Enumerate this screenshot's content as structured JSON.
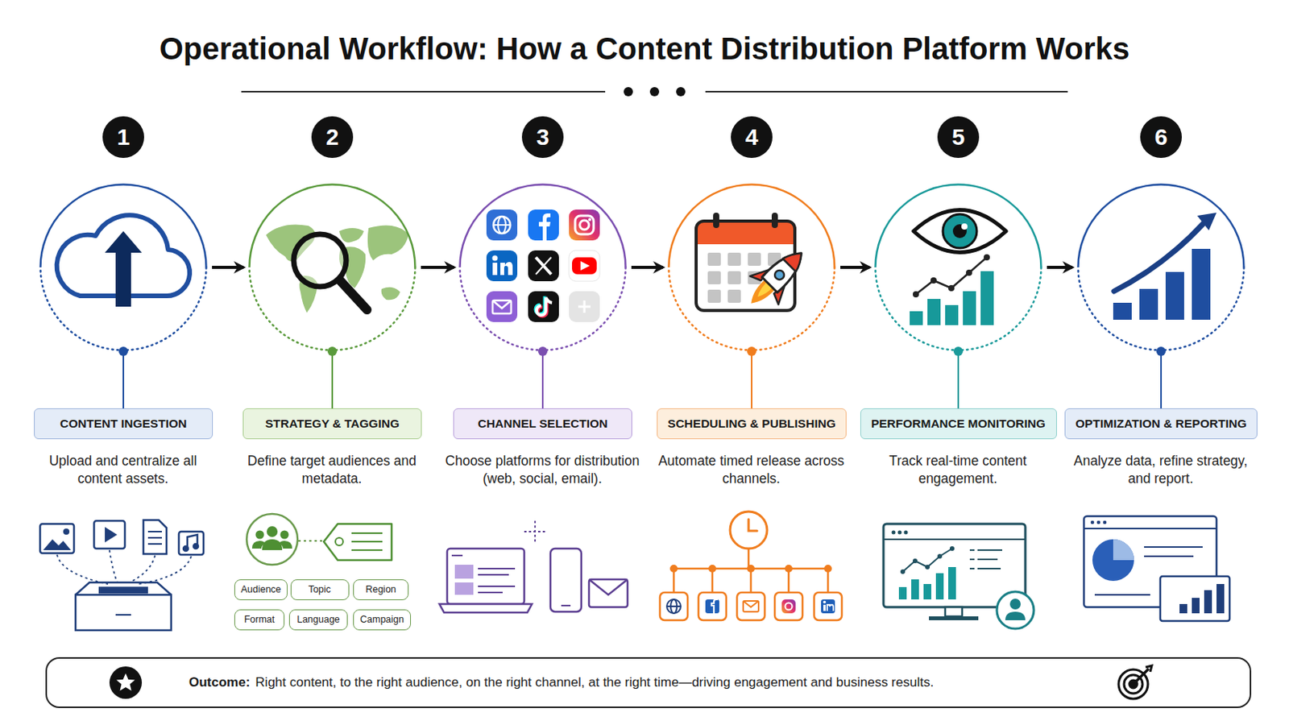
{
  "diagram": {
    "title": "Operational Workflow: How a Content Distribution Platform Works",
    "nodes": [
      {
        "text": [
          "1"
        ]
      },
      {
        "text": [
          "2"
        ]
      },
      {
        "text": [
          "3"
        ]
      },
      {
        "text": [
          "4"
        ]
      },
      {
        "text": [
          "5"
        ]
      },
      {
        "text": [
          "6"
        ]
      },
      {
        "text": [
          "CONTENT INGESTION",
          "Upload and centralize all content assets."
        ]
      },
      {
        "text": [
          "STRATEGY & TAGGING",
          "Define target audiences and metadata."
        ]
      },
      {
        "text": [
          "CHANNEL SELECTION",
          "Choose platforms for distribution (web, social, email)."
        ]
      },
      {
        "text": [
          "SCHEDULING & PUBLISHING",
          "Automate timed release across channels."
        ]
      },
      {
        "text": [
          "PERFORMANCE MONITORING",
          "Track real-time content engagement."
        ]
      },
      {
        "text": [
          "OPTIMIZATION & REPORTING",
          "Analyze data, refine strategy, and report."
        ]
      },
      {
        "text": [
          "Audience"
        ]
      },
      {
        "text": [
          "Topic"
        ]
      },
      {
        "text": [
          "Region"
        ]
      },
      {
        "text": [
          "Format"
        ]
      },
      {
        "text": [
          "Language"
        ]
      },
      {
        "text": [
          "Campaign"
        ]
      },
      {
        "text": [
          "Outcome:",
          "Right content, to the right audience, on the right channel, at the right time—driving engagement and business results."
        ]
      }
    ],
    "edges": [
      {
        "from": 0,
        "to": 1,
        "arrow": "to"
      },
      {
        "from": 1,
        "to": 2,
        "arrow": "to"
      },
      {
        "from": 2,
        "to": 3,
        "arrow": "to"
      },
      {
        "from": 3,
        "to": 4,
        "arrow": "to"
      },
      {
        "from": 4,
        "to": 5,
        "arrow": "to"
      },
      {
        "from": 0,
        "to": 6,
        "arrow": "none"
      },
      {
        "from": 1,
        "to": 7,
        "arrow": "none"
      },
      {
        "from": 2,
        "to": 8,
        "arrow": "none"
      },
      {
        "from": 3,
        "to": 9,
        "arrow": "none"
      },
      {
        "from": 4,
        "to": 10,
        "arrow": "none"
      },
      {
        "from": 5,
        "to": 11,
        "arrow": "none"
      }
    ]
  }
}
